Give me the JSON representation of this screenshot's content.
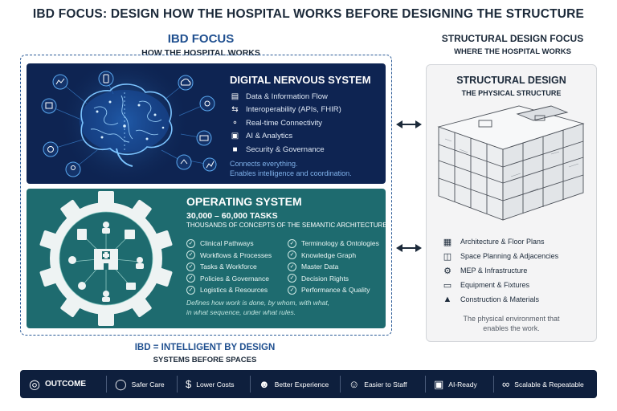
{
  "title": "IBD FOCUS: DESIGN HOW THE HOSPITAL WORKS BEFORE DESIGNING THE STRUCTURE",
  "ibd_focus": {
    "title": "IBD FOCUS",
    "subtitle": "HOW THE HOSPITAL WORKS",
    "digital_nervous_system": {
      "title": "DIGITAL NERVOUS SYSTEM",
      "items": [
        {
          "icon": "database-icon",
          "label": "Data & Information Flow"
        },
        {
          "icon": "swap-arrows-icon",
          "label": "Interoperability (APIs, FHIR)"
        },
        {
          "icon": "wifi-icon",
          "label": "Real-time Connectivity"
        },
        {
          "icon": "ai-chip-icon",
          "label": "AI & Analytics"
        },
        {
          "icon": "lock-icon",
          "label": "Security & Governance"
        }
      ],
      "footer_line1": "Connects everything.",
      "footer_line2": "Enables intelligence and coordination."
    },
    "operating_system": {
      "title": "OPERATING SYSTEM",
      "tasks": "30,000 – 60,000 TASKS",
      "concepts": "THOUSANDS OF CONCEPTS OF THE SEMANTIC ARCHITECTURE",
      "col1": [
        "Clinical Pathways",
        "Workflows & Processes",
        "Tasks & Workforce",
        "Policies & Governance",
        "Logistics & Resources"
      ],
      "col2": [
        "Terminology & Ontologies",
        "Knowledge Graph",
        "Master Data",
        "Decision Rights",
        "Performance & Quality"
      ],
      "footer_line1": "Defines how work is done, by whom, with what,",
      "footer_line2": "in what sequence, under what rules."
    },
    "equation": "IBD = INTELLIGENT BY DESIGN",
    "equation_sub": "SYSTEMS BEFORE SPACES"
  },
  "structural": {
    "focus_title": "STRUCTURAL DESIGN FOCUS",
    "focus_subtitle": "WHERE THE HOSPITAL WORKS",
    "title": "STRUCTURAL DESIGN",
    "subtitle": "THE PHYSICAL STRUCTURE",
    "items": [
      {
        "icon": "floor-plan-icon",
        "label": "Architecture & Floor Plans"
      },
      {
        "icon": "layout-icon",
        "label": "Space Planning & Adjacencies"
      },
      {
        "icon": "gear-icon",
        "label": "MEP & Infrastructure"
      },
      {
        "icon": "monitor-icon",
        "label": "Equipment & Fixtures"
      },
      {
        "icon": "hardhat-icon",
        "label": "Construction & Materials"
      }
    ],
    "footer_line1": "The physical environment that",
    "footer_line2": "enables the work."
  },
  "outcome": {
    "label": "OUTCOME",
    "items": [
      {
        "icon": "shield-check-icon",
        "label": "Safer Care"
      },
      {
        "icon": "dollar-icon",
        "label": "Lower Costs"
      },
      {
        "icon": "person-icon",
        "label": "Better Experience"
      },
      {
        "icon": "team-icon",
        "label": "Easier to Staff"
      },
      {
        "icon": "ai-icon",
        "label": "AI-Ready"
      },
      {
        "icon": "infinity-icon",
        "label": "Scalable & Repeatable"
      }
    ]
  },
  "colors": {
    "navy": "#0e2452",
    "teal": "#1e6b6f",
    "accent_blue": "#1f4f8f",
    "outcome_bar": "#0e1f3d"
  }
}
